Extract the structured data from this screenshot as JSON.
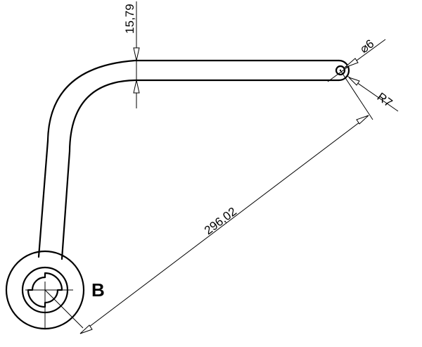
{
  "dimensions": {
    "thickness": "15,79",
    "hole_diameter": "⌀6",
    "tip_radius": "R7",
    "length": "296,02"
  },
  "labels": {
    "detail": "B"
  }
}
